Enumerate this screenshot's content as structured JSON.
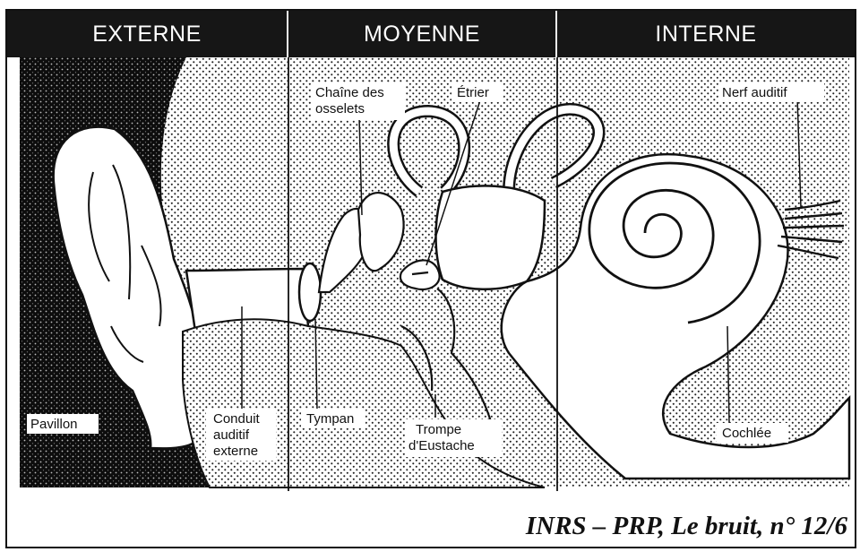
{
  "sections": {
    "external": "EXTERNE",
    "middle": "MOYENNE",
    "internal": "INTERNE"
  },
  "labels": {
    "pavillon": "Pavillon",
    "conduit": [
      "Conduit",
      "auditif",
      "externe"
    ],
    "tympan": "Tympan",
    "chaine": [
      "Chaîne des",
      "osselets"
    ],
    "etrier": "Étrier",
    "trompe": [
      "Trompe",
      "d'Eustache"
    ],
    "nerf": "Nerf auditif",
    "cochlee": "Cochlée"
  },
  "caption": "INRS – PRP, Le bruit, n° 12/6"
}
